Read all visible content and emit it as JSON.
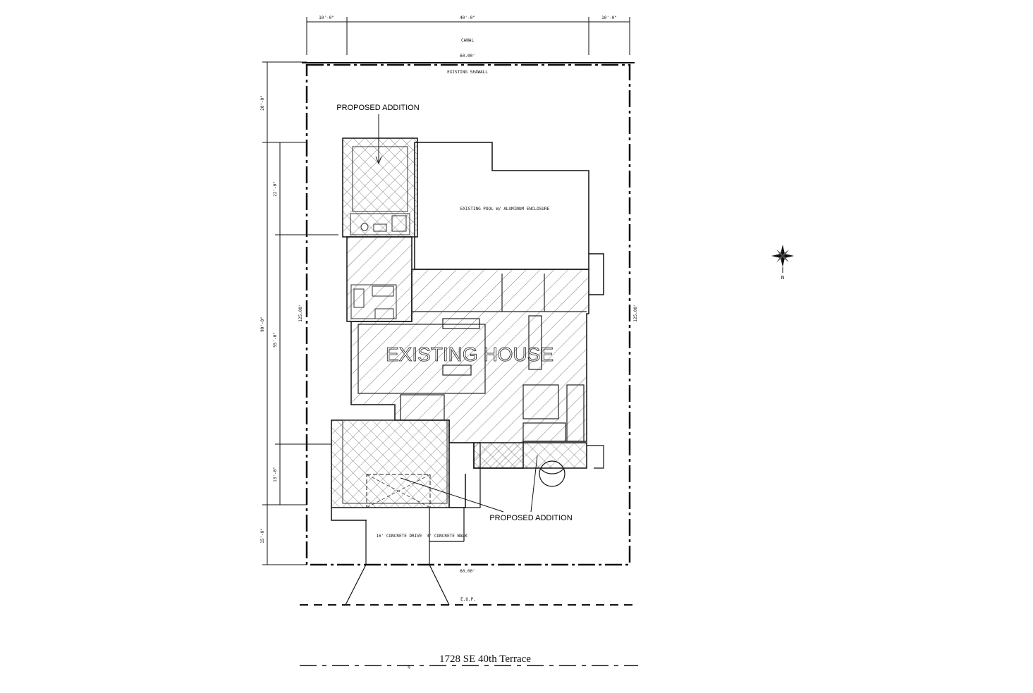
{
  "dimensions": {
    "top_left": "10'-0\"",
    "top_middle": "40'-0\"",
    "top_right": "10'-0\"",
    "left_outer_1": "20'-0\"",
    "left_outer_2": "90'-0\"",
    "left_outer_3": "15'-0\"",
    "left_inner_1": "22'-0\"",
    "left_inner_2": "55'-0\"",
    "left_inner_3": "13'-0\""
  },
  "lot": {
    "north_label": "CANAL",
    "north_length": "60.00'",
    "seawall": "EXISTING SEAWALL",
    "south_length": "60.00'",
    "left_length": "125.00'",
    "right_length": "125.00'",
    "eop": "E.O.P."
  },
  "labels": {
    "proposed_addition_top": "PROPOSED ADDITION",
    "proposed_addition_bottom": "PROPOSED ADDITION",
    "existing_house": "EXISTING HOUSE",
    "pool": "EXISTING POOL W/ ALUMINUM ENCLOSURE",
    "drive": "16' CONCRETE DRIVE",
    "walk": "3' CONCRETE WALK"
  },
  "compass": {
    "letter": "N",
    "icon": "north-arrow-icon"
  },
  "street": {
    "address": "1728 SE 40th Terrace",
    "centerline": "¢"
  }
}
